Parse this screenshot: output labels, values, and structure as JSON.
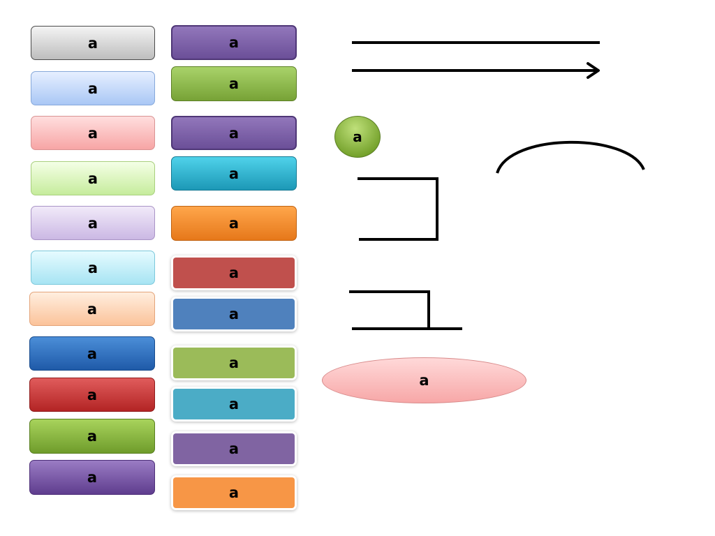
{
  "left_column": [
    "a",
    "a",
    "a",
    "a",
    "a",
    "a",
    "a",
    "a",
    "a",
    "a",
    "a"
  ],
  "right_column": [
    "a",
    "a",
    "a",
    "a",
    "a",
    "a",
    "a",
    "a",
    "a",
    "a",
    "a"
  ],
  "circle_label": "a",
  "ellipse_label": "a",
  "colors": {
    "flat_red": "#c0504d",
    "flat_blue": "#4f81bd",
    "flat_green": "#9bbb59",
    "flat_teal": "#4bacc6",
    "flat_purple": "#8064a2",
    "flat_orange": "#f79646"
  }
}
